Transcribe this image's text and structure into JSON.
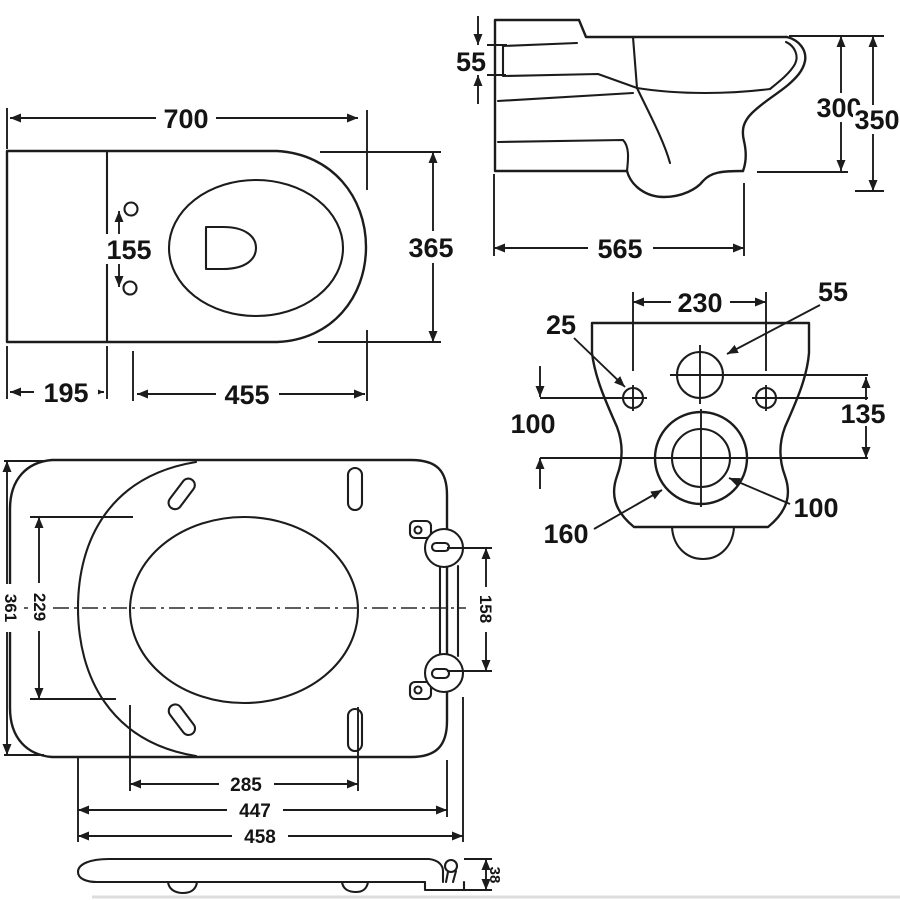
{
  "drawing": {
    "title": "wall-hung-toilet-and-seat-dimensions",
    "colors": {
      "line": "#1c1c1c",
      "background": "#ffffff"
    },
    "plan": {
      "overall_length": "700",
      "fixing_hole_centres": "155",
      "overall_width": "365",
      "rear_section": "195",
      "bowl_section": "455"
    },
    "side": {
      "fixing_slot_height": "55",
      "underside_height": "300",
      "overall_height": "350",
      "projection": "565"
    },
    "rear": {
      "fixing_centres": "230",
      "inlet_label": "55",
      "fixing_hole_label": "25",
      "lower_offset": "100",
      "inlet_to_outlet": "135",
      "outlet_outer": "160",
      "outlet_inner": "100"
    },
    "seat": {
      "overall_width": "361",
      "aperture_width": "229",
      "hinge_centres": "158",
      "aperture_length": "285",
      "length_to_edge": "447",
      "overall_length": "458"
    },
    "seat_profile": {
      "thickness": "38"
    }
  }
}
